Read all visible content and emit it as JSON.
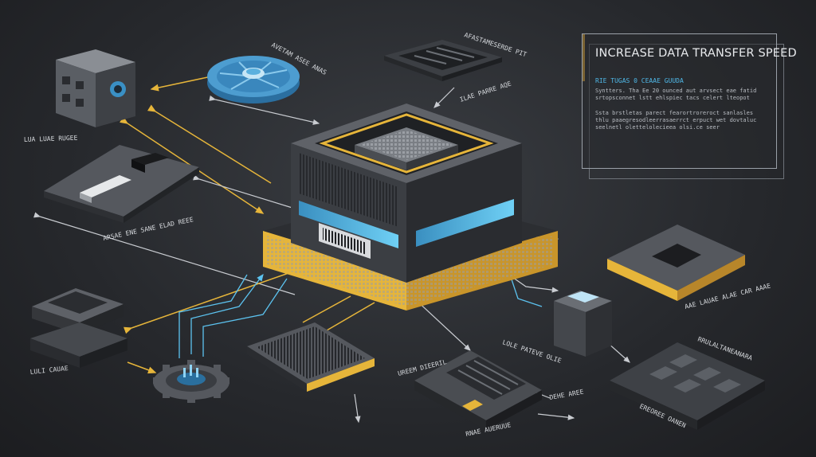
{
  "info_panel": {
    "title": "INCREASE DATA TRANSFER SPEED",
    "subtitle": "RIE TUGAS 0 CEAAE GUUDA",
    "paragraph_1": "Syntters. Tha Ee 20 ounced aut arvsect eae fatid srtopsconnet lstt ehlspiec tacs celert lteopot",
    "paragraph_2": "Ssta brstletas parect fearortroreroct sanlasles thlu paaegresodleerrasaerrct erpuct wet dovtaluc seelnetl olettelolecieea olsi.ce seer"
  },
  "component_labels": {
    "cube_module": "LUA LUAE RUGEE",
    "fan": "AVETAM ASEE ANAS",
    "chip_socket_top": "AFASTAMESERDE PIT",
    "chip_socket_sub": "ILAE PARRE AQE",
    "ssd_board": "ARSAE ENE SANE ELAD REEE",
    "right_chip": "AAE LAUAE ALAE CAR AAAE",
    "stand": "LULI CAUAE",
    "keyboard": "UREEM DIEERIL",
    "ram_module": "LOLE PATEVE OLIE",
    "gpu_card": "RNAE AUERUUE",
    "gpu_card_sub": "DEHE AREE",
    "grid_board": "RRULALTANEANARA",
    "grid_board_sub": "EREOREE OANEN"
  },
  "colors": {
    "accent_yellow": "#e6b53a",
    "accent_blue": "#5cc3f0",
    "connector_white": "#c9ccd1",
    "chip_body": "#4a4d52",
    "chip_dark": "#2c2e32"
  }
}
